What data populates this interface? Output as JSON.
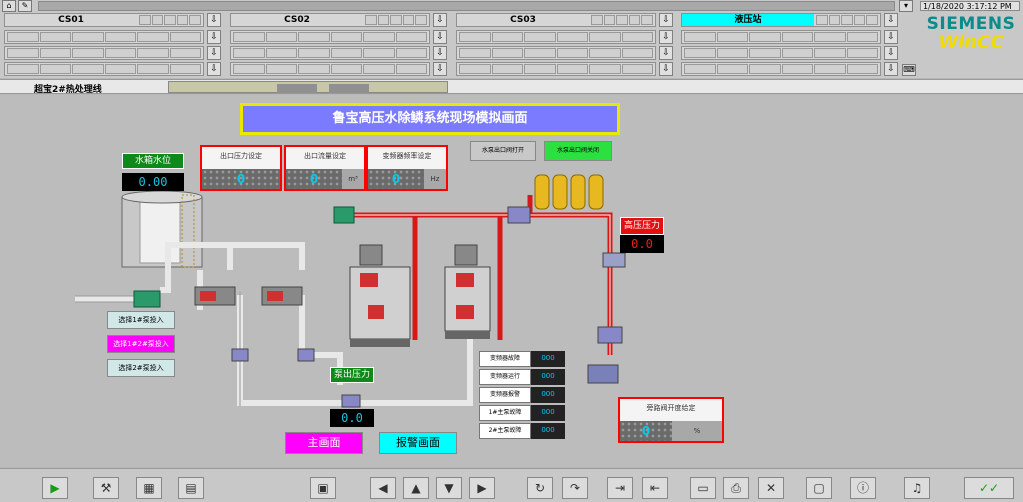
{
  "header": {
    "datetime": "1/18/2020 3:17:12 PM",
    "areas": [
      {
        "label": "CS01"
      },
      {
        "label": "CS02"
      },
      {
        "label": "CS03"
      },
      {
        "label": "液压站"
      }
    ],
    "logo_brand": "SIEMENS",
    "logo_product": "WinCC",
    "icons": [
      "home-icon",
      "edit-icon"
    ]
  },
  "info": {
    "line_name": "超宝2#热处理线"
  },
  "page": {
    "title": "鲁宝高压水除鳞系统现场模拟画面",
    "tank_label": "水箱水位",
    "tank_value": "0.00",
    "setpoints": [
      {
        "label": "出口压力设定",
        "value": "0",
        "unit": ""
      },
      {
        "label": "出口流量设定",
        "value": "0",
        "unit": "m³"
      },
      {
        "label": "变频器频率设定",
        "value": "0",
        "unit": "Hz"
      }
    ],
    "btn_gray": "水泵出口阀打开",
    "btn_green": "水泵出口阀关闭",
    "high_pressure_label": "高压压力",
    "high_pressure_value": "0.0",
    "outlet_pressure_label": "泵出压力",
    "outlet_pressure_value": "0.0",
    "pump_select": [
      {
        "label": "选择1#泵投入"
      },
      {
        "label": "选择1#2#泵投入"
      },
      {
        "label": "选择2#泵投入"
      }
    ],
    "status_items": [
      {
        "label": "变频器故障",
        "value": "000"
      },
      {
        "label": "变频器运行",
        "value": "000"
      },
      {
        "label": "变频器报警",
        "value": "000"
      },
      {
        "label": "1#主泵故障",
        "value": "000"
      },
      {
        "label": "2#主泵故障",
        "value": "000"
      }
    ],
    "valve_box_label": "旁路阀开度给定",
    "valve_box_value": "0",
    "valve_box_unit": "%",
    "nav_main": "主画面",
    "nav_alarm": "报警画面"
  },
  "colors": {
    "title_bg": "#7b7bff",
    "green_label": "#0f8a1a",
    "red_label": "#e41010",
    "pipe_red": "#e02020",
    "magenta": "#ff00ff",
    "cyan": "#00ffff"
  }
}
